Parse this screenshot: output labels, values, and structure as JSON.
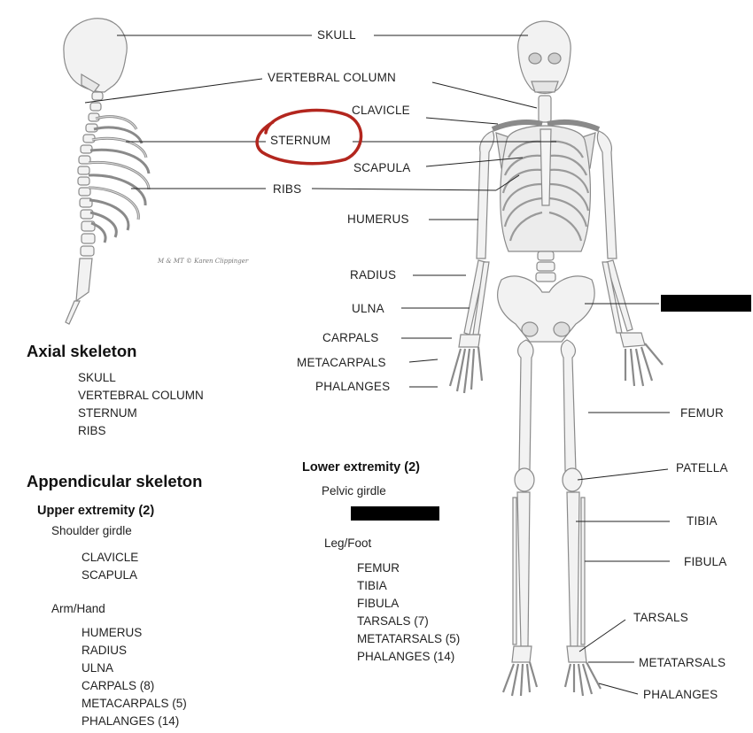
{
  "labels": {
    "skull": "SKULL",
    "vertebral_column": "VERTEBRAL COLUMN",
    "clavicle": "CLAVICLE",
    "sternum": "STERNUM",
    "scapula": "SCAPULA",
    "ribs": "RIBS",
    "humerus": "HUMERUS",
    "radius": "RADIUS",
    "ulna": "ULNA",
    "carpals": "CARPALS",
    "metacarpals": "METACARPALS",
    "phalanges_hand": "PHALANGES",
    "femur": "FEMUR",
    "patella": "PATELLA",
    "tibia": "TIBIA",
    "fibula": "FIBULA",
    "tarsals": "TARSALS",
    "metatarsals": "METATARSALS",
    "phalanges_foot": "PHALANGES"
  },
  "credit": "M & MT © Karen Clippinger",
  "axial": {
    "heading": "Axial skeleton",
    "items": [
      "SKULL",
      "VERTEBRAL COLUMN",
      "STERNUM",
      "RIBS"
    ]
  },
  "appendicular": {
    "heading": "Appendicular skeleton",
    "upper": {
      "title": "Upper extremity (2)",
      "shoulder_group": "Shoulder girdle",
      "shoulder_items": [
        "CLAVICLE",
        "SCAPULA"
      ],
      "arm_group": "Arm/Hand",
      "arm_items": [
        "HUMERUS",
        "RADIUS",
        "ULNA",
        "CARPALS (8)",
        "METACARPALS (5)",
        "PHALANGES (14)"
      ]
    },
    "lower": {
      "title": "Lower extremity (2)",
      "pelvic_group": "Pelvic girdle",
      "leg_group": "Leg/Foot",
      "leg_items": [
        "FEMUR",
        "TIBIA",
        "FIBULA",
        "TARSALS (7)",
        "METATARSALS (5)",
        "PHALANGES (14)"
      ]
    }
  },
  "colors": {
    "annotation_circle": "#b3261e",
    "bone_fill": "#f2f2f2",
    "bone_stroke": "#8a8a8a",
    "redaction": "#000000"
  }
}
